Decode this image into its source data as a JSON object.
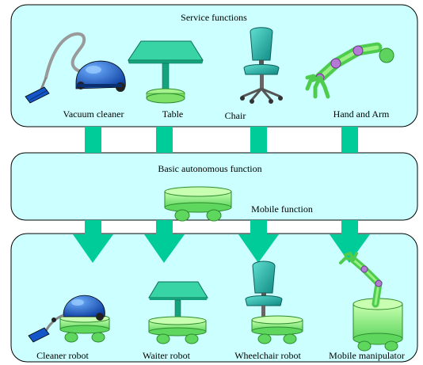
{
  "panels": {
    "service": {
      "title": "Service functions"
    },
    "basic": {
      "title": "Basic autonomous function",
      "mobile_label": "Mobile function"
    },
    "robots": {}
  },
  "service_items": [
    {
      "label": "Vacuum cleaner",
      "icon": "vacuum-cleaner-icon"
    },
    {
      "label": "Table",
      "icon": "table-icon"
    },
    {
      "label": "Chair",
      "icon": "chair-icon"
    },
    {
      "label": "Hand and Arm",
      "icon": "robot-arm-icon"
    }
  ],
  "robot_items": [
    {
      "label": "Cleaner robot",
      "icon": "cleaner-robot-icon"
    },
    {
      "label": "Waiter robot",
      "icon": "waiter-robot-icon"
    },
    {
      "label": "Wheelchair robot",
      "icon": "wheelchair-robot-icon"
    },
    {
      "label": "Mobile manipulator",
      "icon": "mobile-manipulator-icon"
    }
  ],
  "colors": {
    "panel_fill": "#ccffff",
    "panel_stroke": "#000000",
    "arrow": "#00cc99",
    "teal": "#20b2aa",
    "green_light": "#a6f28c",
    "blue": "#1456c8"
  }
}
